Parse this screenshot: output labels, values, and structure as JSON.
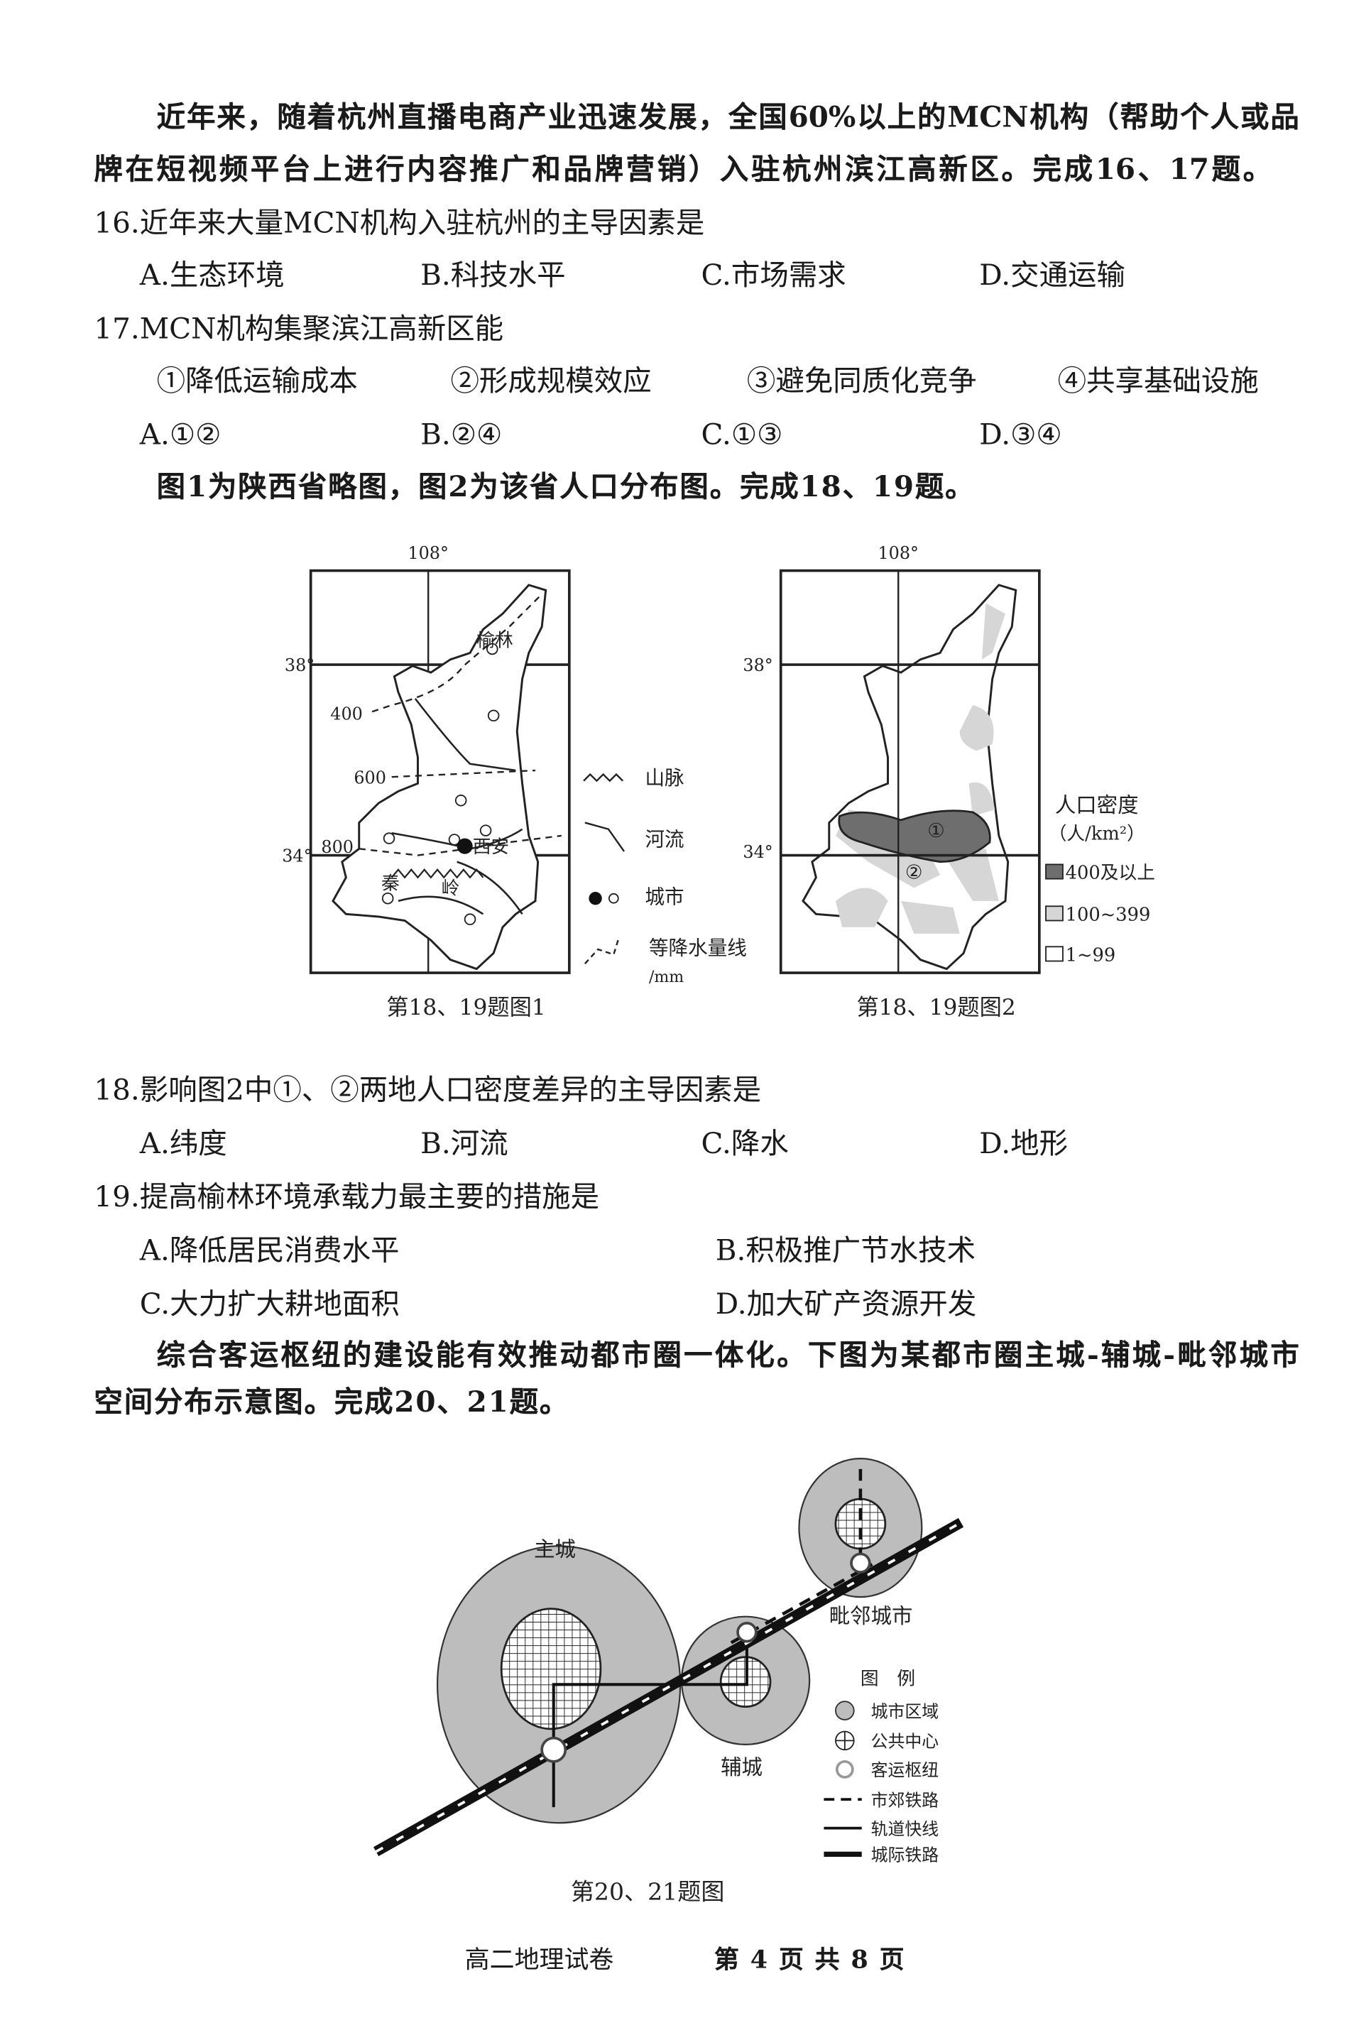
{
  "intro1": {
    "line1": "近年来，随着杭州直播电商产业迅速发展，全国60%以上的MCN机构（帮助个人或品",
    "line2": "牌在短视频平台上进行内容推广和品牌营销）入驻杭州滨江高新区。完成16、17题。"
  },
  "q16": {
    "stem": "16.近年来大量MCN机构入驻杭州的主导因素是",
    "options": [
      "A.生态环境",
      "B.科技水平",
      "C.市场需求",
      "D.交通运输"
    ]
  },
  "q17": {
    "stem": "17.MCN机构集聚滨江高新区能",
    "items": [
      "①降低运输成本",
      "②形成规模效应",
      "③避免同质化竞争",
      "④共享基础设施"
    ],
    "options": [
      "A.①②",
      "B.②④",
      "C.①③",
      "D.③④"
    ]
  },
  "intro2": "图1为陕西省略图，图2为该省人口分布图。完成18、19题。",
  "fig1": {
    "lon": "108°",
    "lat38": "38°",
    "lat34": "34°",
    "isohyets": [
      "400",
      "600",
      "800"
    ],
    "cities": {
      "yulin": "榆林",
      "xian": "西安"
    },
    "mountain": [
      "秦",
      "岭"
    ],
    "legend": {
      "mountain": "山脉",
      "river": "河流",
      "city": "城市",
      "isohyet": "等降水量线",
      "unit": "/mm"
    },
    "caption": "第18、19题图1"
  },
  "fig2": {
    "lon": "108°",
    "lat38": "38°",
    "lat34": "34°",
    "marks": [
      "①",
      "②"
    ],
    "legend": {
      "title": "人口密度",
      "unit": "（人/km²）",
      "items": [
        "400及以上",
        "100~399",
        "1~99"
      ]
    },
    "caption": "第18、19题图2",
    "colors": {
      "high": "#6e6e6e",
      "mid": "#d6d6d6",
      "low": "#ffffff"
    }
  },
  "q18": {
    "stem": "18.影响图2中①、②两地人口密度差异的主导因素是",
    "options": [
      "A.纬度",
      "B.河流",
      "C.降水",
      "D.地形"
    ]
  },
  "q19": {
    "stem": "19.提高榆林环境承载力最主要的措施是",
    "options": [
      "A.降低居民消费水平",
      "B.积极推广节水技术",
      "C.大力扩大耕地面积",
      "D.加大矿产资源开发"
    ]
  },
  "intro3": {
    "line1": "综合客运枢纽的建设能有效推动都市圈一体化。下图为某都市圈主城-辅城-毗邻城市",
    "line2": "空间分布示意图。完成20、21题。"
  },
  "fig3": {
    "labels": {
      "main": "主城",
      "sub": "辅城",
      "adjacent": "毗邻城市"
    },
    "legend": {
      "title": "图　例",
      "items": [
        "城市区域",
        "公共中心",
        "客运枢纽",
        "市郊铁路",
        "轨道快线",
        "城际铁路"
      ]
    },
    "caption": "第20、21题图"
  },
  "footer": {
    "subject": "高二地理试卷",
    "page": "第 4 页 共 8 页"
  }
}
